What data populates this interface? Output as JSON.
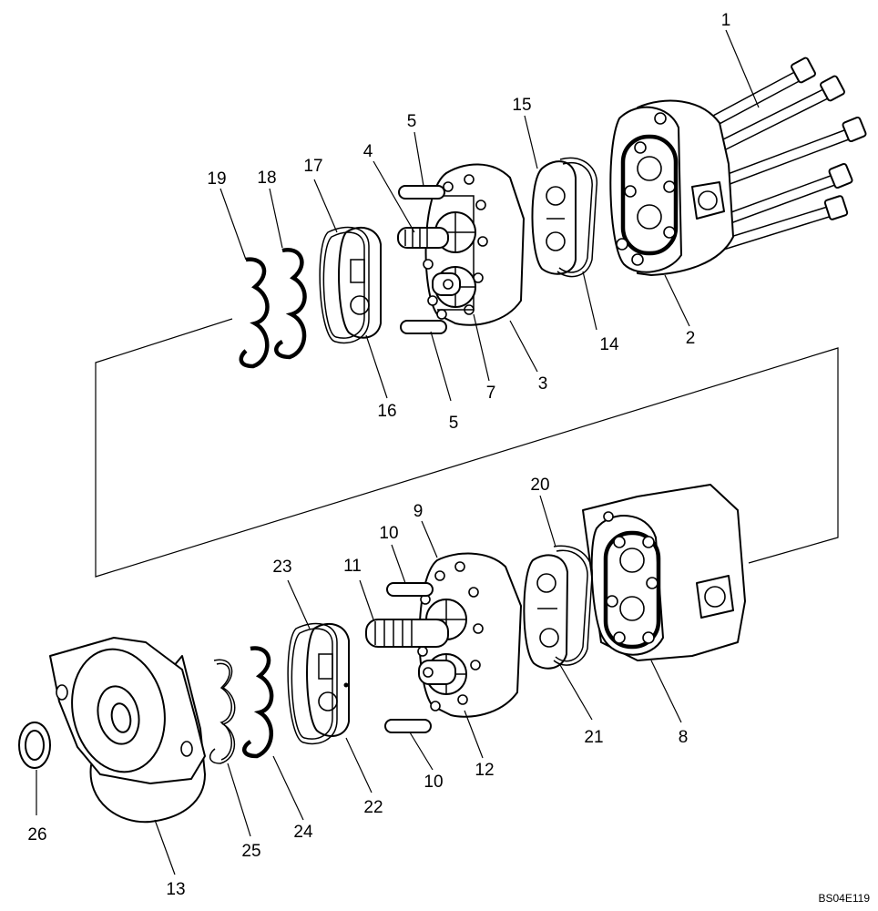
{
  "callouts": {
    "c1": "1",
    "c2": "2",
    "c3": "3",
    "c4": "4",
    "c5a": "5",
    "c5b": "5",
    "c7": "7",
    "c8": "8",
    "c9": "9",
    "c10a": "10",
    "c10b": "10",
    "c11": "11",
    "c12": "12",
    "c13": "13",
    "c14": "14",
    "c15": "15",
    "c16": "16",
    "c17": "17",
    "c18": "18",
    "c19": "19",
    "c20": "20",
    "c21": "21",
    "c22": "22",
    "c23": "23",
    "c24": "24",
    "c25": "25",
    "c26": "26"
  },
  "drawing_code": "BS04E119",
  "colors": {
    "line": "#000000",
    "background": "#ffffff"
  }
}
